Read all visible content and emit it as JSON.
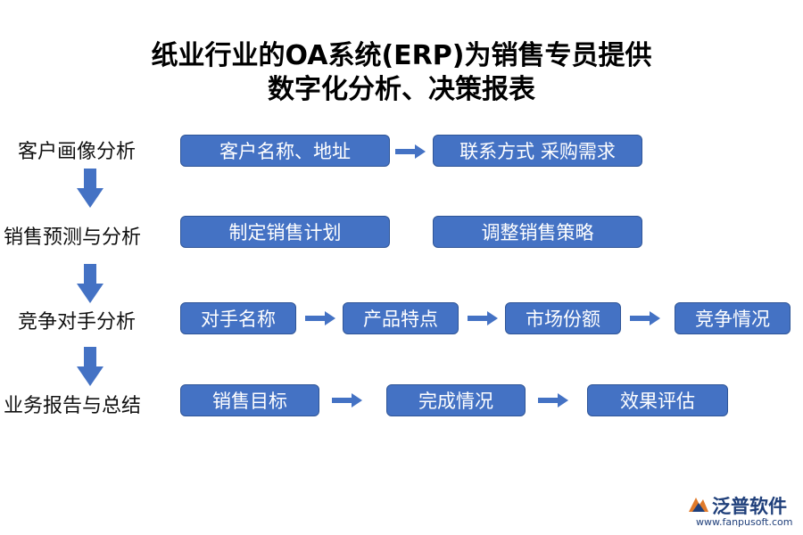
{
  "title": {
    "line1": "纸业行业的OA系统(ERP)为销售专员提供",
    "line2": "数字化分析、决策报表"
  },
  "rows": [
    {
      "label": "客户画像分析",
      "boxes": [
        "客户名称、地址",
        "联系方式 采购需求"
      ]
    },
    {
      "label": "销售预测与分析",
      "boxes": [
        "制定销售计划",
        "调整销售策略"
      ]
    },
    {
      "label": "竞争对手分析",
      "boxes": [
        "对手名称",
        "产品特点",
        "市场份额",
        "竞争情况"
      ]
    },
    {
      "label": "业务报告与总结",
      "boxes": [
        "销售目标",
        "完成情况",
        "效果评估"
      ]
    }
  ],
  "logo": {
    "name": "泛普软件",
    "url": "www.fanpusoft.com"
  },
  "colors": {
    "box": "#4472c4",
    "arrow": "#4472c4"
  }
}
